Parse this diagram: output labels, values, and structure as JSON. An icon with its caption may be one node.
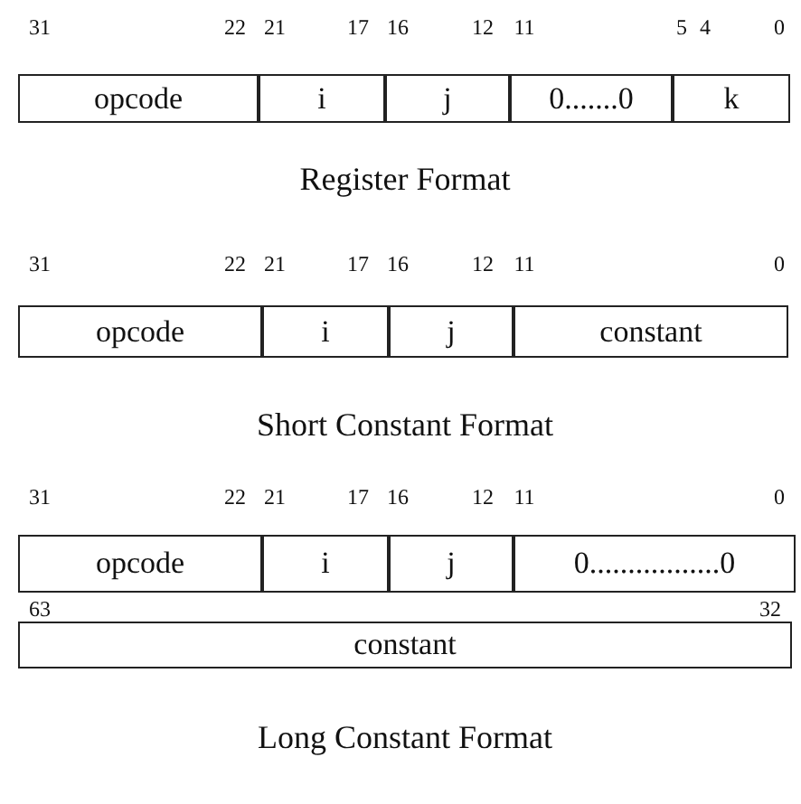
{
  "diagram": {
    "nodes": [
      {
        "text": [
          "opcode"
        ]
      },
      {
        "text": [
          "i"
        ]
      },
      {
        "text": [
          "j"
        ]
      },
      {
        "text": [
          "0.......0"
        ]
      },
      {
        "text": [
          "k"
        ]
      },
      {
        "text": [
          "opcode"
        ]
      },
      {
        "text": [
          "i"
        ]
      },
      {
        "text": [
          "j"
        ]
      },
      {
        "text": [
          "constant"
        ]
      },
      {
        "text": [
          "opcode"
        ]
      },
      {
        "text": [
          "i"
        ]
      },
      {
        "text": [
          "j"
        ]
      },
      {
        "text": [
          "0.................0"
        ]
      },
      {
        "text": [
          "constant"
        ]
      }
    ],
    "labels": [
      "31",
      "22",
      "21",
      "17",
      "16",
      "12",
      "11",
      "5",
      "4",
      "0",
      "Register Format",
      "31",
      "22",
      "21",
      "17",
      "16",
      "12",
      "11",
      "0",
      "Short Constant Format",
      "31",
      "22",
      "21",
      "17",
      "16",
      "12",
      "11",
      "0",
      "63",
      "32",
      "Long Constant Format"
    ]
  }
}
